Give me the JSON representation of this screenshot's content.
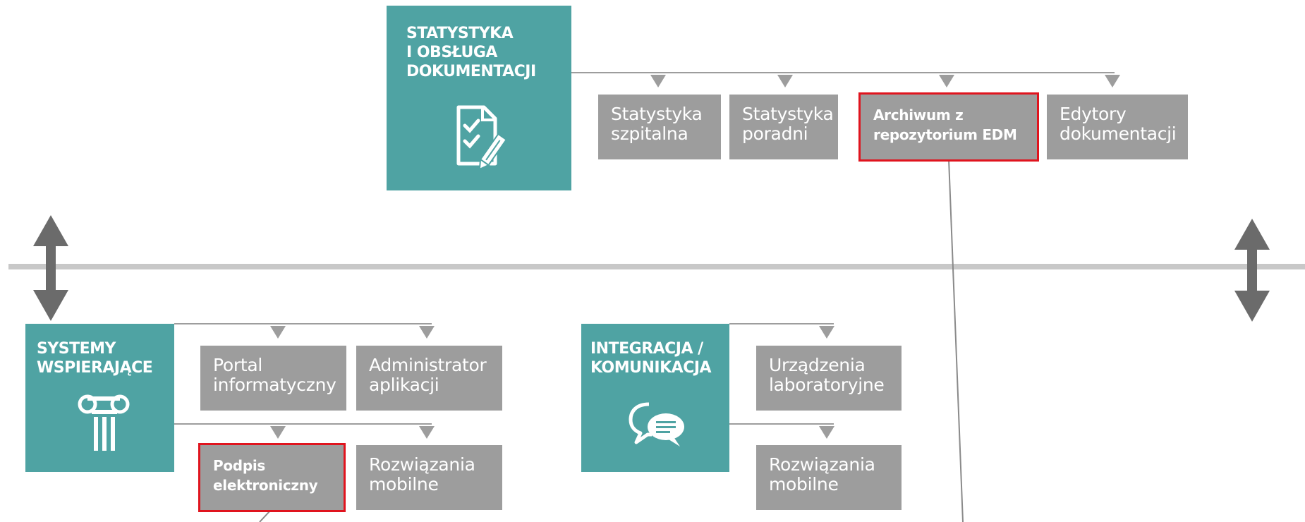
{
  "colors": {
    "teal": "#4fa3a3",
    "gray": "#9d9d9d",
    "highlight": "#e0141e",
    "line": "#9d9d9d",
    "axis": "#c8c8c8"
  },
  "groups": {
    "statystyka": {
      "title": "STATYSTYKA\nI OBSŁUGA\nDOKUMENTACJI",
      "icon": "document-checklist-pencil-icon",
      "items": [
        "Statystyka\nszpitalna",
        "Statystyka\nporadni",
        "Archiwum z\nrepozytorium EDM",
        "Edytory\ndokumentacji"
      ]
    },
    "systemy": {
      "title": "SYSTEMY\nWSPIERAJĄCE",
      "icon": "column-pillar-icon",
      "items": [
        "Portal\ninformatyczny",
        "Administrator\naplikacji",
        "Podpis\nelektroniczny",
        "Rozwiązania\nmobilne"
      ]
    },
    "integracja": {
      "title": "INTEGRACJA /\nKOMUNIKACJA",
      "icon": "speech-bubbles-icon",
      "items": [
        "Urządzenia\nlaboratoryjne",
        "Rozwiązania\nmobilne"
      ]
    }
  },
  "icons": {
    "left_arrow": "double-arrow-vertical-icon",
    "right_arrow": "double-arrow-vertical-icon"
  }
}
